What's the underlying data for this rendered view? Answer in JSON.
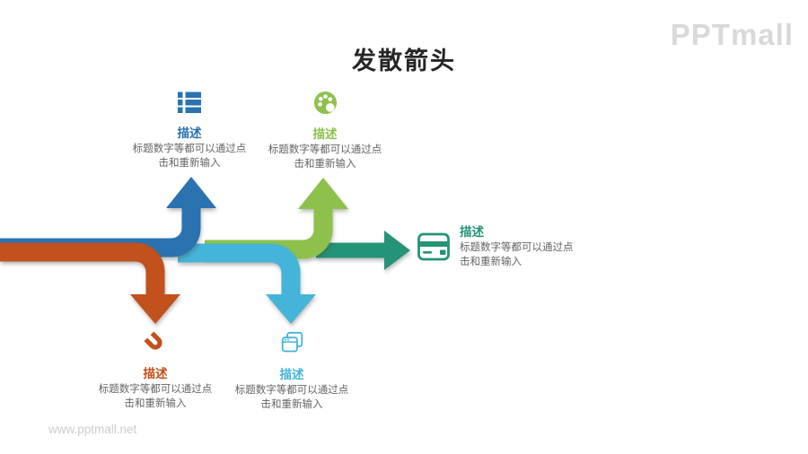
{
  "page": {
    "title": "发散箭头",
    "logo": "PPTmall",
    "watermark": "www.pptmall.net"
  },
  "colors": {
    "blue": "#2B72B0",
    "orange": "#C1511D",
    "cyan": "#45B4D9",
    "green": "#8DC14C",
    "teal": "#259377",
    "gray_text": "#646464",
    "title_color": "#262626",
    "logo_gray": "#D9D9D9",
    "watermark_gray": "#CDCDCD"
  },
  "items": [
    {
      "id": "blue-up",
      "icon": "list-icon",
      "direction": "up",
      "color": "#2B72B0",
      "label": "描述",
      "desc_line1": "标题数字等都可以通过点",
      "desc_line2": "击和重新输入"
    },
    {
      "id": "green-up",
      "icon": "palette-icon",
      "direction": "up",
      "color": "#8DC14C",
      "label": "描述",
      "desc_line1": "标题数字等都可以通过点",
      "desc_line2": "击和重新输入"
    },
    {
      "id": "teal-right",
      "icon": "credit-card-icon",
      "direction": "right",
      "color": "#259377",
      "label": "描述",
      "desc_line1": "标题数字等都可以通过点",
      "desc_line2": "击和重新输入"
    },
    {
      "id": "orange-down",
      "icon": "magnet-icon",
      "direction": "down",
      "color": "#C1511D",
      "label": "描述",
      "desc_line1": "标题数字等都可以通过点",
      "desc_line2": "击和重新输入"
    },
    {
      "id": "cyan-down",
      "icon": "windows-icon",
      "direction": "down",
      "color": "#45B4D9",
      "label": "描述",
      "desc_line1": "标题数字等都可以通过点",
      "desc_line2": "击和重新输入"
    }
  ]
}
